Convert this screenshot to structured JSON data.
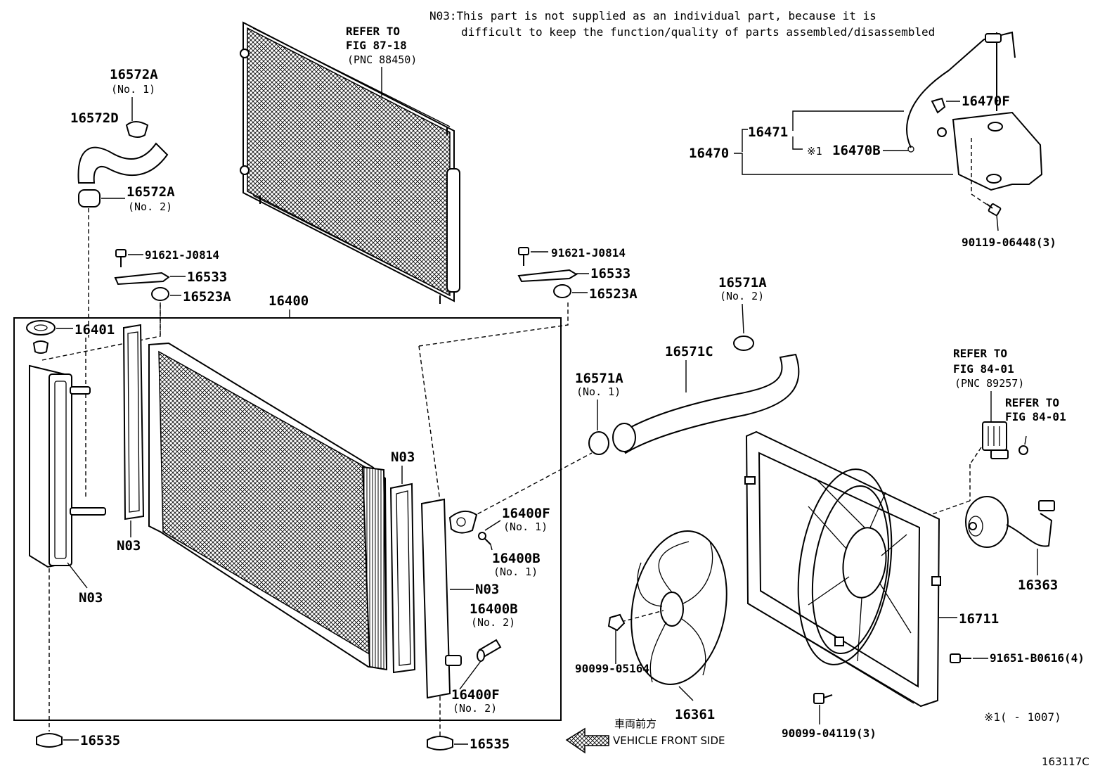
{
  "note": {
    "line1": "N03:This part is not supplied as an individual part, because it is",
    "line2": "difficult to keep the function/quality of parts assembled/disassembled"
  },
  "refs": {
    "condenser": [
      "REFER TO",
      "FIG 87-18",
      "(PNC 88450)"
    ],
    "fan_ctrl": [
      "REFER TO",
      "FIG 84-01",
      "(PNC 89257)"
    ],
    "fan_ctrl2": [
      "REFER TO",
      "FIG 84-01"
    ]
  },
  "labels": {
    "p16572A_1": "16572A",
    "p16572A_1_sub": "(No. 1)",
    "p16572D": "16572D",
    "p16572A_2": "16572A",
    "p16572A_2_sub": "(No. 2)",
    "p91621_l": "91621-J0814",
    "p16533_l": "16533",
    "p16523A_l": "16523A",
    "p91621_r": "91621-J0814",
    "p16533_r": "16533",
    "p16523A_r": "16523A",
    "p16400": "16400",
    "p16401": "16401",
    "n03_a": "N03",
    "n03_b": "N03",
    "n03_c": "N03",
    "n03_d": "N03",
    "p16400F_1": "16400F",
    "p16400F_1_sub": "(No. 1)",
    "p16400B_1": "16400B",
    "p16400B_1_sub": "(No. 1)",
    "p16400B_2": "16400B",
    "p16400B_2_sub": "(No. 2)",
    "p16400F_2": "16400F",
    "p16400F_2_sub": "(No. 2)",
    "p16535_l": "16535",
    "p16535_r": "16535",
    "p16571A_2": "16571A",
    "p16571A_2_sub": "(No. 2)",
    "p16571C": "16571C",
    "p16571A_1": "16571A",
    "p16571A_1_sub": "(No. 1)",
    "p16470F": "16470F",
    "p16471": "16471",
    "p16470": "16470",
    "p16470B": "16470B",
    "mark1": "※1",
    "p90119": "90119-06448(3)",
    "p16363": "16363",
    "p16711": "16711",
    "p91651": "91651-B0616(4)",
    "p90099_05164": "90099-05164",
    "p16361": "16361",
    "p90099_04119": "90099-04119(3)",
    "footnote": "※1(      - 1007)",
    "fig_code": "163117C"
  },
  "front": {
    "jp": "車両前方",
    "en": "VEHICLE FRONT SIDE"
  }
}
